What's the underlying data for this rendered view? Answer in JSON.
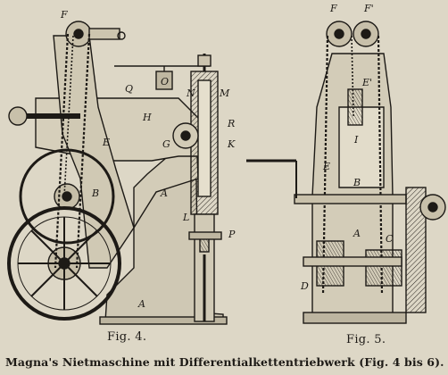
{
  "figure_4": {
    "label": "Fig. 4.",
    "part_labels": {
      "F": "F",
      "Q": "Q",
      "O": "O",
      "N": "N",
      "M": "M",
      "H": "H",
      "R": "R",
      "K": "K",
      "E": "E",
      "G": "G",
      "B": "B",
      "A_upper": "A",
      "L": "L",
      "P": "P",
      "A_lower": "A"
    }
  },
  "figure_5": {
    "label": "Fig. 5.",
    "part_labels": {
      "F": "F",
      "F_prime": "F'",
      "E_prime": "E'",
      "I": "I",
      "E": "E",
      "B": "B",
      "A": "A",
      "C": "C",
      "D": "D"
    }
  },
  "caption": "Magna's Nietmaschine mit Differentialkettentriebwerk (Fig. 4 bis 6)."
}
